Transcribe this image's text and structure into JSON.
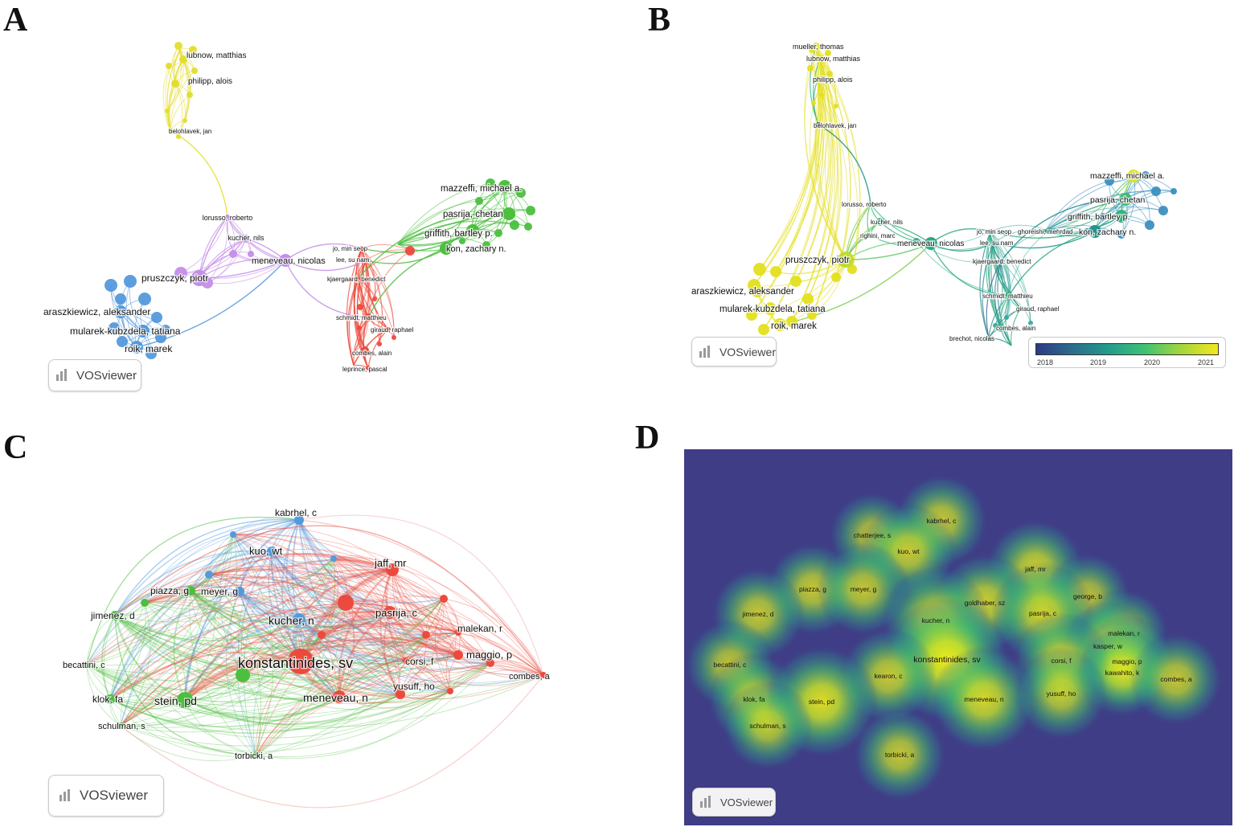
{
  "panels": {
    "a": {
      "label": "A"
    },
    "b": {
      "label": "B"
    },
    "c": {
      "label": "C"
    },
    "d": {
      "label": "D"
    }
  },
  "watermark": "VOSviewer",
  "legend": {
    "ticks": [
      "2018",
      "2019",
      "2020",
      "2021"
    ]
  },
  "colors": {
    "yellow": "#e3dd2e",
    "purple": "#c48ee8",
    "blue": "#5499dc",
    "green": "#4cbf3f",
    "red": "#ec4a3c",
    "density_bg": "#3f3d86"
  },
  "network_ab": {
    "nodes": [
      {
        "label": "mueller, thomas",
        "cluster": "yellow",
        "year": 2020.8,
        "weight": 2,
        "show_a": false,
        "show_b": true
      },
      {
        "label": "lubnow, matthias",
        "cluster": "yellow",
        "year": 2020.9,
        "weight": 2,
        "show_a": true,
        "show_b": true
      },
      {
        "label": "philipp, alois",
        "cluster": "yellow",
        "year": 2020.9,
        "weight": 2,
        "show_a": true,
        "show_b": true
      },
      {
        "label": "belohlavek, jan",
        "cluster": "yellow",
        "year": 2018.4,
        "weight": 1,
        "show_a": true,
        "show_b": true
      },
      {
        "label": "lorusso, roberto",
        "cluster": "purple",
        "year": 2019.9,
        "weight": 1,
        "show_a": true,
        "show_b": true
      },
      {
        "label": "kucher, nils",
        "cluster": "purple",
        "year": 2019.7,
        "weight": 2,
        "show_a": true,
        "show_b": true
      },
      {
        "label": "righini, marc",
        "cluster": "purple",
        "year": 2019.6,
        "weight": 1,
        "show_a": false,
        "show_b": true
      },
      {
        "label": "meneveau, nicolas",
        "cluster": "purple",
        "year": 2019.5,
        "weight": 3,
        "show_a": true,
        "show_b": true
      },
      {
        "label": "pruszczyk, piotr",
        "cluster": "purple",
        "year": 2020.6,
        "weight": 4,
        "show_a": true,
        "show_b": true
      },
      {
        "label": "araszkiewicz, aleksander",
        "cluster": "blue",
        "year": 2020.9,
        "weight": 3,
        "show_a": true,
        "show_b": true
      },
      {
        "label": "mularek-kubzdela, tatiana",
        "cluster": "blue",
        "year": 2020.9,
        "weight": 3,
        "show_a": true,
        "show_b": true
      },
      {
        "label": "roik, marek",
        "cluster": "blue",
        "year": 2020.9,
        "weight": 3,
        "show_a": true,
        "show_b": true
      },
      {
        "label": "jo, min seop",
        "cluster": "red",
        "year": 2019.4,
        "weight": 1,
        "show_a": true,
        "show_b": true
      },
      {
        "label": "lee, su nam",
        "cluster": "red",
        "year": 2019.3,
        "weight": 1,
        "show_a": true,
        "show_b": true
      },
      {
        "label": "ghoreishi, mehrdad",
        "cluster": "green",
        "year": 2019.4,
        "weight": 1,
        "show_a": false,
        "show_b": true
      },
      {
        "label": "kjaergaard, benedict",
        "cluster": "red",
        "year": 2018.3,
        "weight": 1,
        "show_a": true,
        "show_b": true
      },
      {
        "label": "schmidt, matthieu",
        "cluster": "red",
        "year": 2019.7,
        "weight": 2,
        "show_a": true,
        "show_b": true
      },
      {
        "label": "giraud, raphael",
        "cluster": "red",
        "year": 2019.8,
        "weight": 1,
        "show_a": true,
        "show_b": true
      },
      {
        "label": "combes, alain",
        "cluster": "red",
        "year": 2019.6,
        "weight": 2,
        "show_a": true,
        "show_b": true
      },
      {
        "label": "leprince, pascal",
        "cluster": "red",
        "year": 2019.5,
        "weight": 1,
        "show_a": true,
        "show_b": false
      },
      {
        "label": "brechot, nicolas",
        "cluster": "red",
        "year": 2018.5,
        "weight": 1,
        "show_a": false,
        "show_b": true
      },
      {
        "label": "mazzeffi, michael a.",
        "cluster": "green",
        "year": 2020.8,
        "weight": 3,
        "show_a": true,
        "show_b": true
      },
      {
        "label": "pasrija, chetan",
        "cluster": "green",
        "year": 2019.8,
        "weight": 3,
        "show_a": true,
        "show_b": true
      },
      {
        "label": "griffith, bartley p.",
        "cluster": "green",
        "year": 2019.7,
        "weight": 3,
        "show_a": true,
        "show_b": true
      },
      {
        "label": "kon, zachary n.",
        "cluster": "green",
        "year": 2019.2,
        "weight": 3,
        "show_a": true,
        "show_b": true
      }
    ]
  },
  "network_c": {
    "nodes": [
      {
        "label": "kabrhel, c",
        "cluster": "blue",
        "weight": 2
      },
      {
        "label": "kuo, wt",
        "cluster": "blue",
        "weight": 2
      },
      {
        "label": "jaff, mr",
        "cluster": "red",
        "weight": 3
      },
      {
        "label": "piazza, g",
        "cluster": "green",
        "weight": 2
      },
      {
        "label": "meyer, g",
        "cluster": "blue",
        "weight": 2
      },
      {
        "label": "jimenez, d",
        "cluster": "green",
        "weight": 2
      },
      {
        "label": "kucher, n",
        "cluster": "blue",
        "weight": 3
      },
      {
        "label": "pasrija, c",
        "cluster": "red",
        "weight": 3
      },
      {
        "label": "malekan, r",
        "cluster": "red",
        "weight": 1
      },
      {
        "label": "maggio, p",
        "cluster": "red",
        "weight": 2
      },
      {
        "label": "becattini, c",
        "cluster": "green",
        "weight": 1
      },
      {
        "label": "konstantinides, sv",
        "cluster": "red",
        "weight": 6
      },
      {
        "label": "corsi, f",
        "cluster": "red",
        "weight": 1
      },
      {
        "label": "combes, a",
        "cluster": "red",
        "weight": 1
      },
      {
        "label": "klok, fa",
        "cluster": "green",
        "weight": 2
      },
      {
        "label": "stein, pd",
        "cluster": "green",
        "weight": 4
      },
      {
        "label": "meneveau, n",
        "cluster": "red",
        "weight": 3
      },
      {
        "label": "yusuff, ho",
        "cluster": "red",
        "weight": 2
      },
      {
        "label": "schulman, s",
        "cluster": "green",
        "weight": 1
      },
      {
        "label": "torbicki, a",
        "cluster": "green",
        "weight": 1
      }
    ]
  },
  "density_d": {
    "nodes": [
      {
        "label": "kabrhel, c",
        "density": 0.5
      },
      {
        "label": "chatterjee, s",
        "density": 0.4
      },
      {
        "label": "kuo, wt",
        "density": 0.55
      },
      {
        "label": "piazza, g",
        "density": 0.5
      },
      {
        "label": "meyer, g",
        "density": 0.5
      },
      {
        "label": "jaff, mr",
        "density": 0.6
      },
      {
        "label": "george, b",
        "density": 0.4
      },
      {
        "label": "goldhaber, sz",
        "density": 0.6
      },
      {
        "label": "jimenez, d",
        "density": 0.5
      },
      {
        "label": "kucher, n",
        "density": 0.75
      },
      {
        "label": "pasrija, c",
        "density": 0.65
      },
      {
        "label": "malekan, r",
        "density": 0.45
      },
      {
        "label": "kasper, w",
        "density": 0.45
      },
      {
        "label": "maggio, p",
        "density": 0.5
      },
      {
        "label": "becattini, c",
        "density": 0.45
      },
      {
        "label": "konstantinides, sv",
        "density": 1.0
      },
      {
        "label": "corsi, f",
        "density": 0.55
      },
      {
        "label": "kawahito, k",
        "density": 0.45
      },
      {
        "label": "kearon, c",
        "density": 0.55
      },
      {
        "label": "combes, a",
        "density": 0.5
      },
      {
        "label": "klok, fa",
        "density": 0.5
      },
      {
        "label": "stein, pd",
        "density": 0.8
      },
      {
        "label": "meneveau, n",
        "density": 0.7
      },
      {
        "label": "yusuff, ho",
        "density": 0.5
      },
      {
        "label": "schulman, s",
        "density": 0.45
      },
      {
        "label": "torbicki, a",
        "density": 0.5
      }
    ]
  }
}
